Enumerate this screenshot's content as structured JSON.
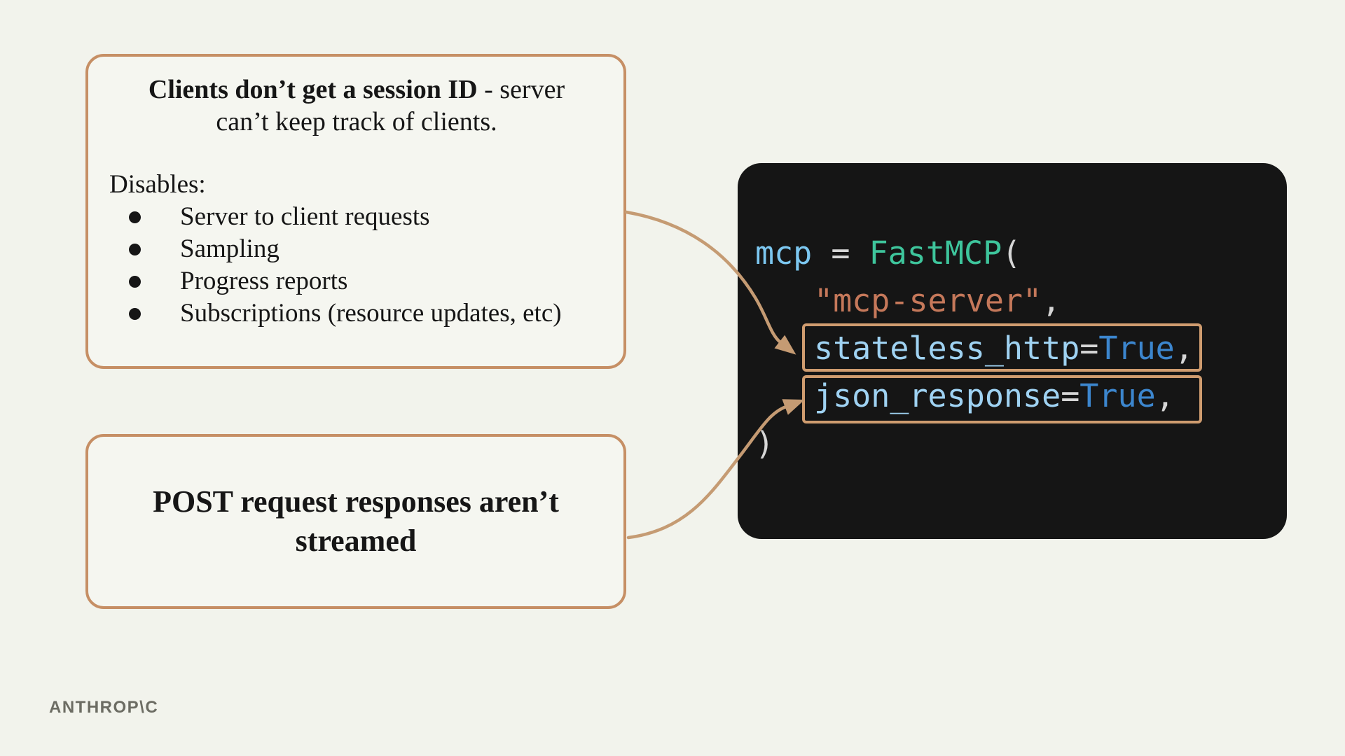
{
  "colors": {
    "page_bg": "#F2F3EC",
    "box_bg": "#F5F6F0",
    "box_border": "#C68F65",
    "arrow": "#C59B73",
    "highlight_border": "#CF9C6F",
    "panel_bg": "#151515",
    "text": "#161616",
    "logo_text": "#6C6C63",
    "code_variable": "#7CC7F0",
    "code_parameter": "#9FD2F2",
    "code_function": "#3EC59C",
    "code_string": "#C5785A",
    "code_boolean": "#3C86CE",
    "code_punctuation": "#D6D6D6"
  },
  "note_session": {
    "heading_bold": "Clients don’t get a session ID",
    "heading_tail": " - server",
    "heading_line2": "can’t keep track of clients.",
    "disables_label": "Disables:",
    "items": [
      "Server to client requests",
      "Sampling",
      "Progress reports",
      "Subscriptions (resource updates, etc)"
    ]
  },
  "note_post": {
    "line1": "POST request responses aren’t",
    "line2": "streamed"
  },
  "code": {
    "lines": [
      {
        "indent": false,
        "tokens": [
          {
            "text": "mcp",
            "color": "code_variable"
          },
          {
            "text": " = ",
            "color": "code_punctuation"
          },
          {
            "text": "FastMCP",
            "color": "code_function"
          },
          {
            "text": "(",
            "color": "code_punctuation"
          }
        ]
      },
      {
        "indent": true,
        "tokens": [
          {
            "text": "\"mcp-server\"",
            "color": "code_string"
          },
          {
            "text": ",",
            "color": "code_punctuation"
          }
        ]
      },
      {
        "indent": true,
        "tokens": [
          {
            "text": "stateless_http",
            "color": "code_parameter"
          },
          {
            "text": "=",
            "color": "code_punctuation"
          },
          {
            "text": "True",
            "color": "code_boolean"
          },
          {
            "text": ",",
            "color": "code_punctuation"
          }
        ]
      },
      {
        "indent": true,
        "tokens": [
          {
            "text": "json_response",
            "color": "code_parameter"
          },
          {
            "text": "=",
            "color": "code_punctuation"
          },
          {
            "text": "True",
            "color": "code_boolean"
          },
          {
            "text": ",",
            "color": "code_punctuation"
          }
        ]
      },
      {
        "indent": false,
        "tokens": [
          {
            "text": ")",
            "color": "code_punctuation"
          }
        ]
      }
    ]
  },
  "logo": {
    "text": "ANTHROP\\C"
  }
}
